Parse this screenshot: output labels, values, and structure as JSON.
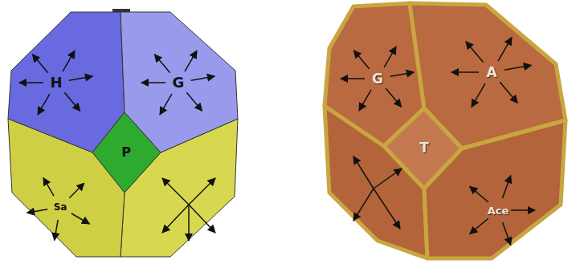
{
  "diagram": {
    "nodes": [
      {
        "text": [
          "H"
        ]
      },
      {
        "text": [
          "G"
        ]
      },
      {
        "text": [
          "P"
        ]
      },
      {
        "text": [
          "Sa"
        ]
      },
      {
        "text": [
          "G"
        ]
      },
      {
        "text": [
          "A"
        ]
      },
      {
        "text": [
          "T"
        ]
      },
      {
        "text": [
          "Ace"
        ]
      }
    ]
  }
}
